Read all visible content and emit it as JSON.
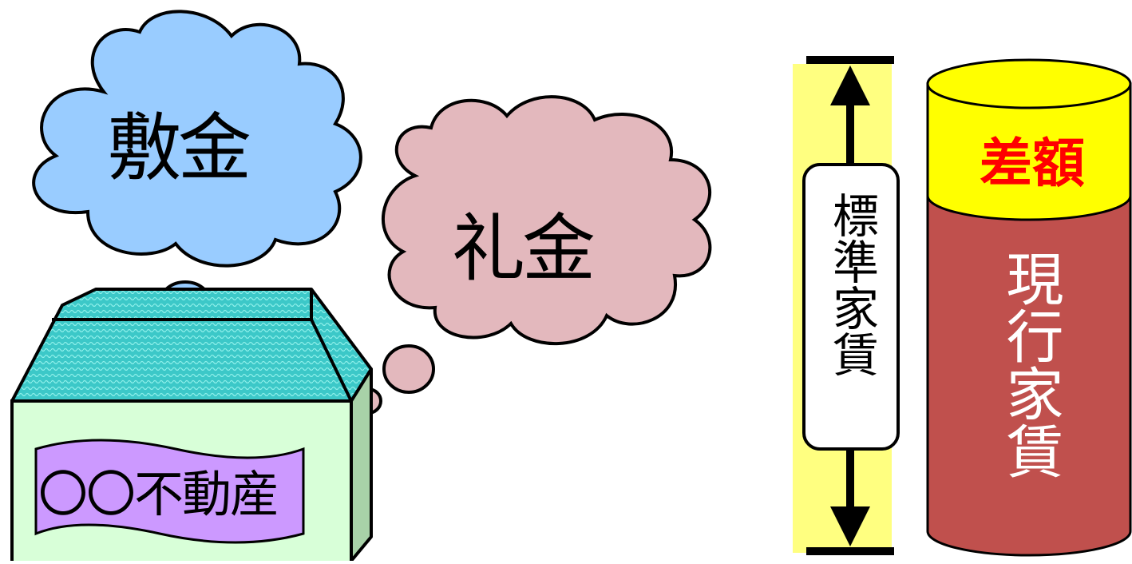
{
  "clouds": {
    "shikikin": {
      "label": "敷金",
      "fill": "#99ccff"
    },
    "reikin": {
      "label": "礼金",
      "fill": "#e3b8bd"
    }
  },
  "house": {
    "sign_label": "〇〇不動産",
    "roof_color": "#3cc8c8",
    "wall_color": "#d8ffd8",
    "side_color": "#a8d2a8",
    "sign_color": "#cc99ff"
  },
  "rent_comparison": {
    "standard_label": "標準家賃",
    "current_label": "現行家賃",
    "difference_label": "差額",
    "highlight_color": "#ffff80",
    "cylinder_color": "#c0504d",
    "cap_color": "#ffff00",
    "difference_text_color": "#ff0000"
  }
}
